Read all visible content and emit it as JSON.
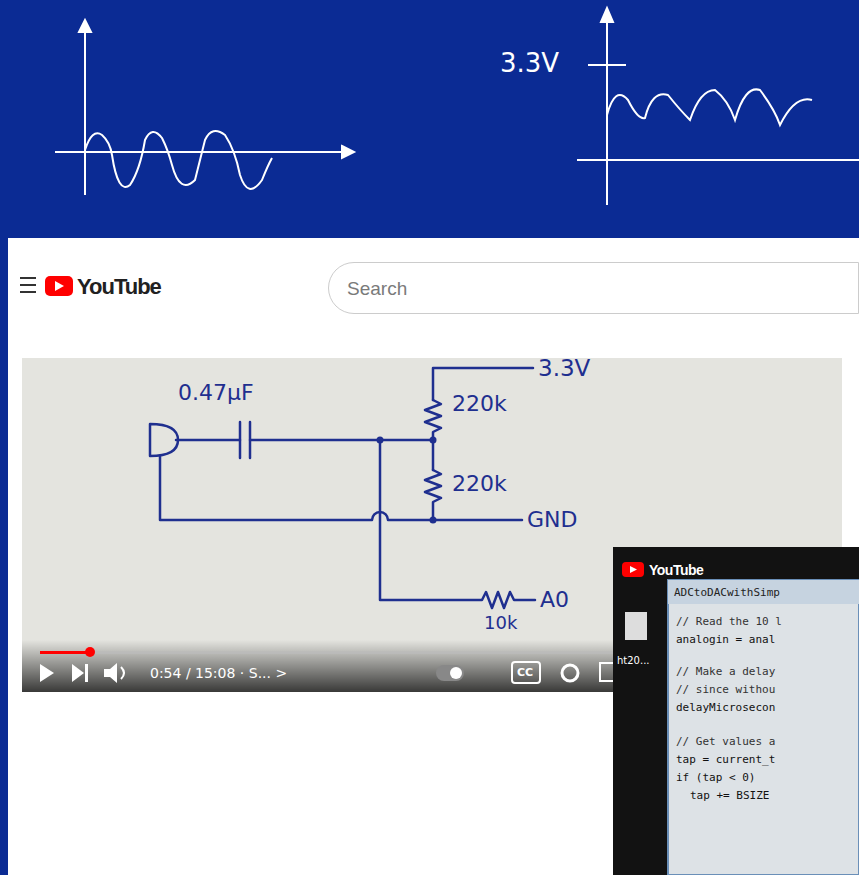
{
  "diagram": {
    "nodes": [
      {
        "text": [
          "Search"
        ]
      }
    ],
    "labels": [
      "3.3V",
      "YouTube",
      "3.3V",
      "220k",
      "0.47μF",
      "220k",
      "GND",
      "A0",
      "10k",
      "0:54 / 15:08 · S... >",
      "CC",
      "YouTube",
      "ADCtoDACwithSimp",
      "ht20...",
      "// Read the 10 l",
      "analogin = anal",
      "// Make a delay",
      "// since withou",
      "delayMicrosecon",
      "// Get values a",
      "tap = current_t",
      "if (tap < 0)",
      "tap += BSIZE"
    ]
  }
}
